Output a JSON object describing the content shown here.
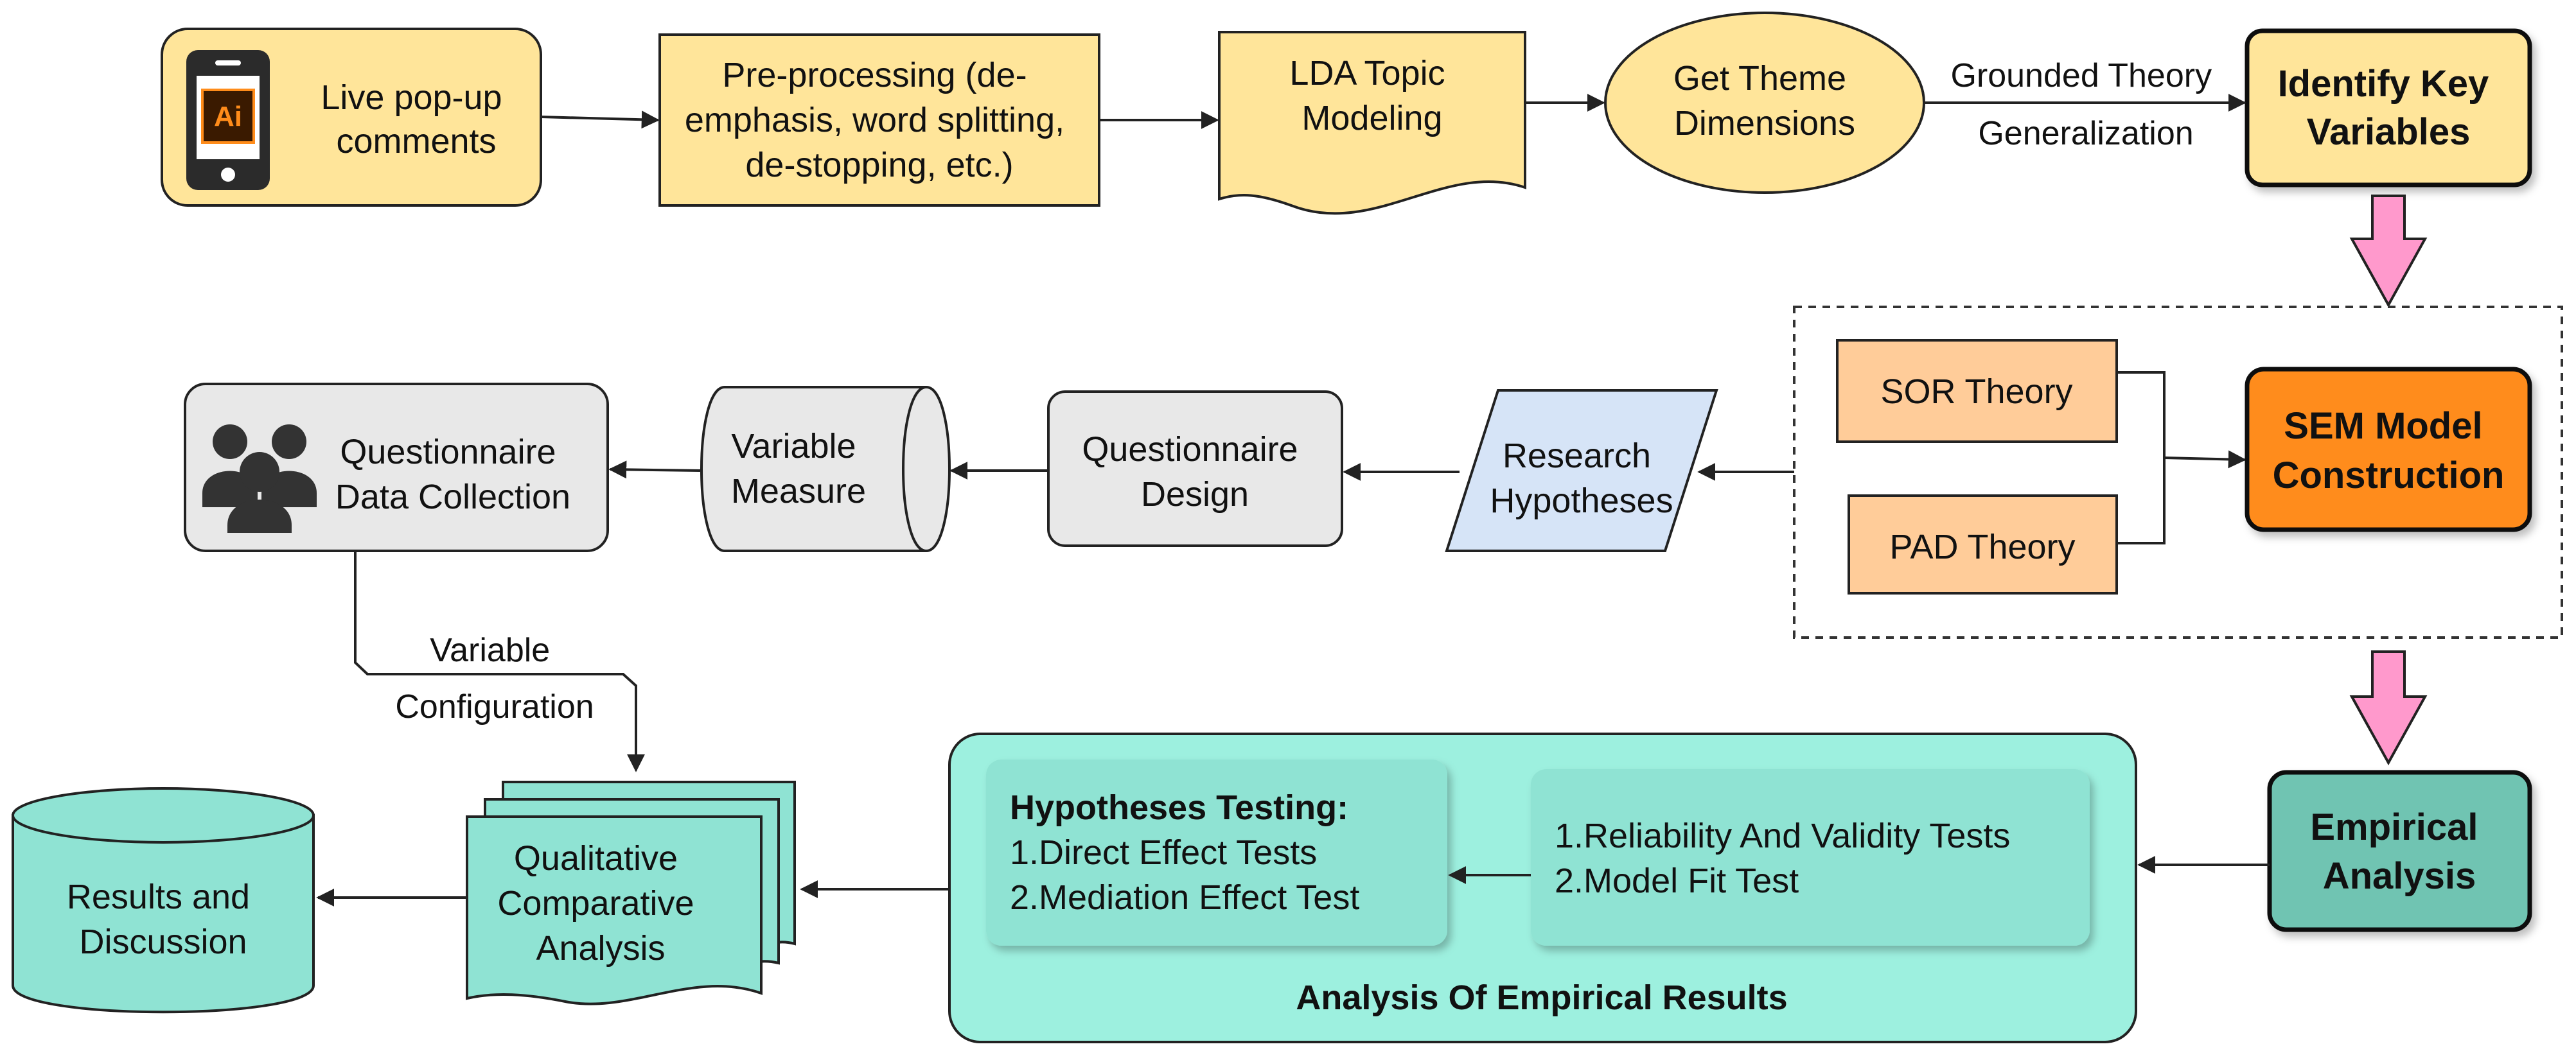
{
  "colors": {
    "yellow": "#FFE59A",
    "orange_light": "#FFCC99",
    "orange": "#FF8C1A",
    "gray": "#E8E8E8",
    "blue": "#D6E4F7",
    "teal": "#8FE3D3",
    "teal_dark": "#6FC4B2",
    "teal_panel": "#9DF0DF",
    "pink": "#FF99CC"
  },
  "nodes": {
    "live_comments": [
      "Live pop-up",
      "comments"
    ],
    "phone_icon": {
      "icon": "phone-ai-icon",
      "glyph": "Ai"
    },
    "preprocessing": [
      "Pre-processing   (de-",
      "emphasis, word splitting,",
      "de-stopping, etc.)"
    ],
    "lda": [
      "LDA Topic",
      "Modeling"
    ],
    "theme": [
      "Get Theme",
      "Dimensions"
    ],
    "key_vars": [
      "Identify Key",
      "Variables"
    ],
    "sor": "SOR Theory",
    "pad": "PAD Theory",
    "sem": [
      "SEM Model",
      "Construction"
    ],
    "hypotheses": [
      "Research",
      "Hypotheses"
    ],
    "q_design": [
      "Questionnaire",
      "Design"
    ],
    "var_measure": [
      "Variable",
      "Measure"
    ],
    "q_collect": [
      "Questionnaire",
      "Data Collection"
    ],
    "people_icon": {
      "icon": "people-group-icon"
    },
    "empirical": [
      "Empirical",
      "Analysis"
    ],
    "panel_title": "Analysis Of Empirical Results",
    "hyp_testing": {
      "title": "Hypotheses Testing:",
      "lines": [
        "1.Direct Effect Tests",
        "2.Mediation Effect Test"
      ]
    },
    "reliability": [
      "1.Reliability And Validity Tests",
      "2.Model Fit Test"
    ],
    "qca": [
      "Qualitative",
      "Comparative",
      "Analysis"
    ],
    "results": [
      "Results and",
      "Discussion"
    ]
  },
  "edges": {
    "grounded": [
      "Grounded Theory",
      "Generalization"
    ],
    "config": [
      "Variable",
      "Configuration"
    ]
  }
}
